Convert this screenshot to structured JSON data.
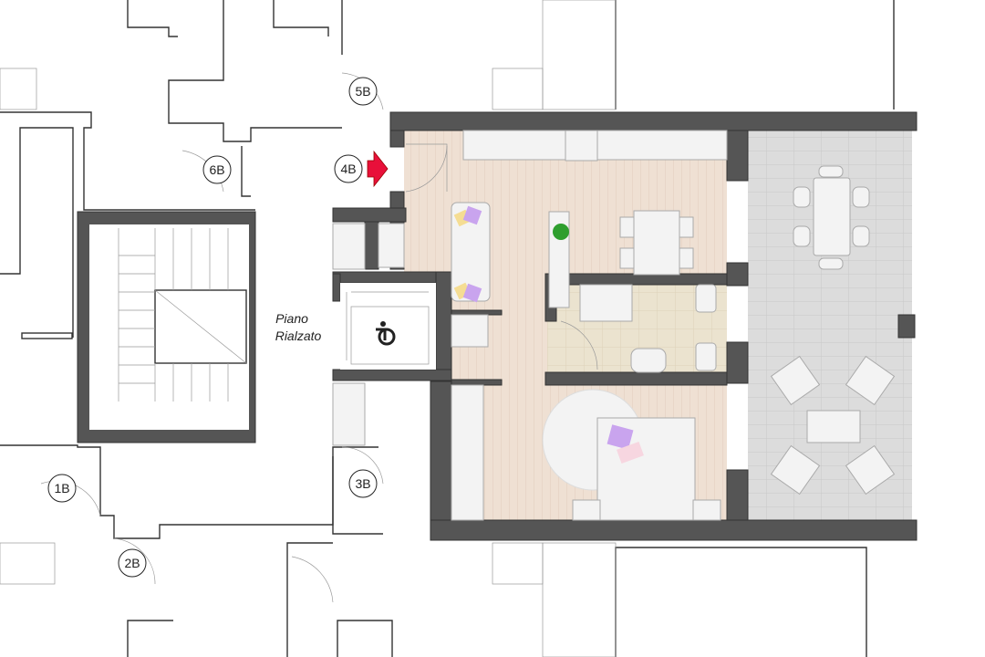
{
  "plan": {
    "floor_label_line1": "Piano",
    "floor_label_line2": "Rialzato",
    "unit_labels": [
      "5B",
      "4B",
      "6B",
      "1B",
      "2B",
      "3B"
    ],
    "highlighted_unit": "4B",
    "icons": [
      "entrance-arrow-icon",
      "accessibility-icon",
      "plant-icon"
    ],
    "colors": {
      "wall": "#555555",
      "wood_floor": "#efe0d3",
      "bath_tile": "#ebe3cf",
      "terrace": "#dcdcdc",
      "entrance_arrow": "#e8103a",
      "pillow_purple": "#c9a4ee",
      "pillow_yellow": "#f5dd93",
      "plant": "#2e9e2e"
    }
  }
}
